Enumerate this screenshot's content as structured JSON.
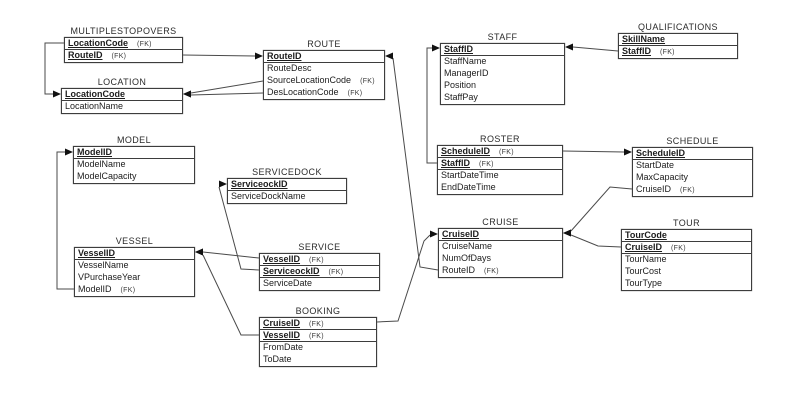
{
  "diagram": {
    "fk_label": "(FK)",
    "tables": [
      {
        "id": "multiplestopovers",
        "name": "MULTIPLESTOPOVERS",
        "fields": [
          {
            "name": "LocationCode",
            "pk": true,
            "fk": true
          },
          {
            "name": "RouteID",
            "pk": true,
            "fk": true
          }
        ]
      },
      {
        "id": "location",
        "name": "LOCATION",
        "fields": [
          {
            "name": "LocationCode",
            "pk": true
          },
          {
            "name": "LocationName"
          }
        ]
      },
      {
        "id": "route",
        "name": "ROUTE",
        "fields": [
          {
            "name": "RouteID",
            "pk": true
          },
          {
            "name": "RouteDesc"
          },
          {
            "name": "SourceLocationCode",
            "fk": true
          },
          {
            "name": "DesLocationCode",
            "fk": true
          }
        ]
      },
      {
        "id": "staff",
        "name": "STAFF",
        "fields": [
          {
            "name": "StaffID",
            "pk": true
          },
          {
            "name": "StaffName"
          },
          {
            "name": "ManagerID"
          },
          {
            "name": "Position"
          },
          {
            "name": "StaffPay"
          }
        ]
      },
      {
        "id": "qualifications",
        "name": "QUALIFICATIONS",
        "fields": [
          {
            "name": "SkillName",
            "pk": true
          },
          {
            "name": "StaffID",
            "pk": true,
            "fk": true
          }
        ]
      },
      {
        "id": "roster",
        "name": "ROSTER",
        "fields": [
          {
            "name": "ScheduleID",
            "pk": true,
            "fk": true
          },
          {
            "name": "StaffID",
            "pk": true,
            "fk": true
          },
          {
            "name": "StartDateTime"
          },
          {
            "name": "EndDateTime"
          }
        ]
      },
      {
        "id": "schedule",
        "name": "SCHEDULE",
        "fields": [
          {
            "name": "ScheduleID",
            "pk": true
          },
          {
            "name": "StartDate"
          },
          {
            "name": "MaxCapacity"
          },
          {
            "name": "CruiseID",
            "fk": true
          }
        ]
      },
      {
        "id": "model",
        "name": "MODEL",
        "fields": [
          {
            "name": "ModelID",
            "pk": true
          },
          {
            "name": "ModelName"
          },
          {
            "name": "ModelCapacity"
          }
        ]
      },
      {
        "id": "servicedock",
        "name": "SERVICEDOCK",
        "fields": [
          {
            "name": "ServiceockID",
            "pk": true
          },
          {
            "name": "ServiceDockName"
          }
        ]
      },
      {
        "id": "vessel",
        "name": "VESSEL",
        "fields": [
          {
            "name": "VesselID",
            "pk": true
          },
          {
            "name": "VesselName"
          },
          {
            "name": "VPurchaseYear"
          },
          {
            "name": "ModelID",
            "fk": true
          }
        ]
      },
      {
        "id": "service",
        "name": "SERVICE",
        "fields": [
          {
            "name": "VesselID",
            "pk": true,
            "fk": true
          },
          {
            "name": "ServiceockID",
            "pk": true,
            "fk": true
          },
          {
            "name": "ServiceDate"
          }
        ]
      },
      {
        "id": "cruise",
        "name": "CRUISE",
        "fields": [
          {
            "name": "CruiseID",
            "pk": true
          },
          {
            "name": "CruiseName"
          },
          {
            "name": "NumOfDays"
          },
          {
            "name": "RouteID",
            "fk": true
          }
        ]
      },
      {
        "id": "tour",
        "name": "TOUR",
        "fields": [
          {
            "name": "TourCode",
            "pk": true
          },
          {
            "name": "CruiseID",
            "pk": true,
            "fk": true
          },
          {
            "name": "TourName"
          },
          {
            "name": "TourCost"
          },
          {
            "name": "TourType"
          }
        ]
      },
      {
        "id": "booking",
        "name": "BOOKING",
        "fields": [
          {
            "name": "CruiseID",
            "pk": true,
            "fk": true
          },
          {
            "name": "VesselID",
            "pk": true,
            "fk": true
          },
          {
            "name": "FromDate"
          },
          {
            "name": "ToDate"
          }
        ]
      }
    ],
    "relationships": [
      {
        "from": "MULTIPLESTOPOVERS.RouteID",
        "to": "ROUTE.RouteID"
      },
      {
        "from": "MULTIPLESTOPOVERS.LocationCode",
        "to": "LOCATION.LocationCode"
      },
      {
        "from": "ROUTE.SourceLocationCode",
        "to": "LOCATION.LocationCode"
      },
      {
        "from": "ROUTE.DesLocationCode",
        "to": "LOCATION.LocationCode"
      },
      {
        "from": "CRUISE.RouteID",
        "to": "ROUTE.RouteID"
      },
      {
        "from": "ROSTER.StaffID",
        "to": "STAFF.StaffID"
      },
      {
        "from": "QUALIFICATIONS.StaffID",
        "to": "STAFF.StaffID"
      },
      {
        "from": "ROSTER.ScheduleID",
        "to": "SCHEDULE.ScheduleID"
      },
      {
        "from": "SCHEDULE.CruiseID",
        "to": "CRUISE.CruiseID"
      },
      {
        "from": "TOUR.CruiseID",
        "to": "CRUISE.CruiseID"
      },
      {
        "from": "BOOKING.CruiseID",
        "to": "CRUISE.CruiseID"
      },
      {
        "from": "BOOKING.VesselID",
        "to": "VESSEL.VesselID"
      },
      {
        "from": "SERVICE.VesselID",
        "to": "VESSEL.VesselID"
      },
      {
        "from": "SERVICE.ServiceockID",
        "to": "SERVICEDOCK.ServiceockID"
      },
      {
        "from": "VESSEL.ModelID",
        "to": "MODEL.ModelID"
      }
    ]
  }
}
